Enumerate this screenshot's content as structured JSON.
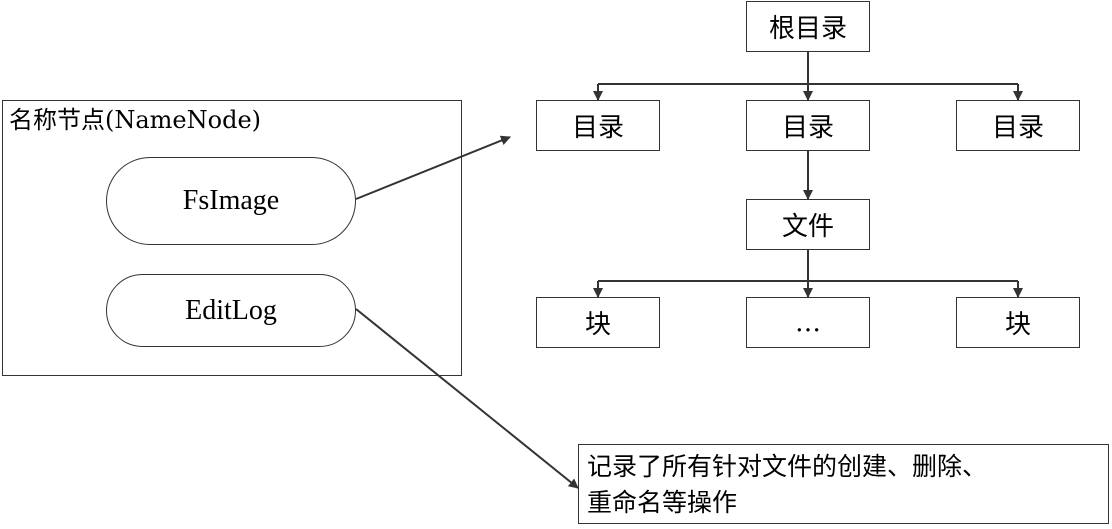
{
  "namenode": {
    "title": "名称节点(NameNode)",
    "fsimage": "FsImage",
    "editlog": "EditLog"
  },
  "tree": {
    "root": "根目录",
    "dirs": [
      "目录",
      "目录",
      "目录"
    ],
    "file": "文件",
    "blocks": [
      "块",
      "…",
      "块"
    ]
  },
  "note": {
    "line1": "记录了所有针对文件的创建、删除、",
    "line2": "重命名等操作"
  },
  "colors": {
    "line": "#333333",
    "background": "#ffffff"
  }
}
